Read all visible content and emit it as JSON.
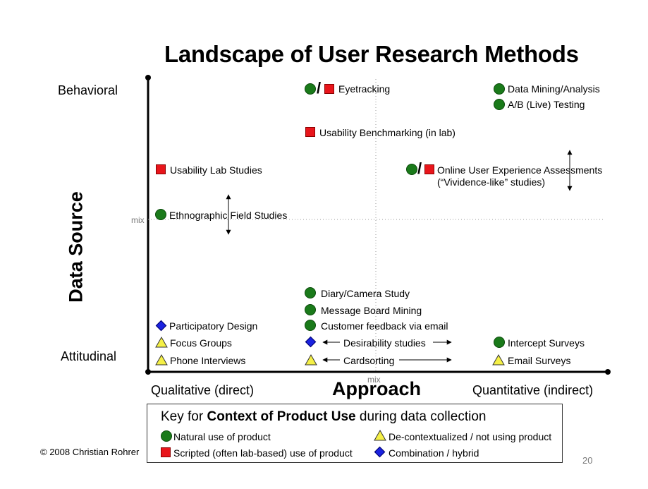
{
  "slide": {
    "title": "Landscape of User Research Methods",
    "page_number": "20",
    "copyright": "© 2008 Christian Rohrer"
  },
  "axes": {
    "y_label": "Data Source",
    "y_top": "Behavioral",
    "y_bottom": "Attitudinal",
    "y_mid": "mix",
    "x_label": "Approach",
    "x_left": "Qualitative (direct)",
    "x_right": "Quantitative (indirect)",
    "x_mid": "mix"
  },
  "methods": {
    "eyetracking": "Eyetracking",
    "data_mining": "Data Mining/Analysis",
    "ab_testing": "A/B (Live) Testing",
    "usability_benchmarking": "Usability Benchmarking (in lab)",
    "usability_lab": "Usability Lab Studies",
    "online_ux_1": "Online User Experience Assessments",
    "online_ux_2": "(“Vividence-like” studies)",
    "ethnographic": "Ethnographic Field Studies",
    "diary": "Diary/Camera Study",
    "message_board": "Message Board Mining",
    "customer_feedback": "Customer feedback via email",
    "participatory": "Participatory Design",
    "desirability": "Desirability studies",
    "intercept": "Intercept Surveys",
    "focus_groups": "Focus Groups",
    "phone": "Phone Interviews",
    "cardsorting": "Cardsorting",
    "email_surveys": "Email Surveys"
  },
  "legend": {
    "title_pre": "Key for ",
    "title_bold": "Context of Product Use",
    "title_post": " during data collection",
    "natural": "Natural use of product",
    "scripted": "Scripted (often lab-based) use of product",
    "decontext": "De-contextualized / not using product",
    "combination": "Combination / hybrid"
  },
  "colors": {
    "natural": "#1a7a1a",
    "scripted": "#e8151b",
    "decontext": "#f5f046",
    "combination": "#1a22e0"
  },
  "icons": {
    "natural": "green-circle",
    "scripted": "red-square",
    "decontext": "yellow-triangle",
    "combination": "blue-diamond"
  }
}
